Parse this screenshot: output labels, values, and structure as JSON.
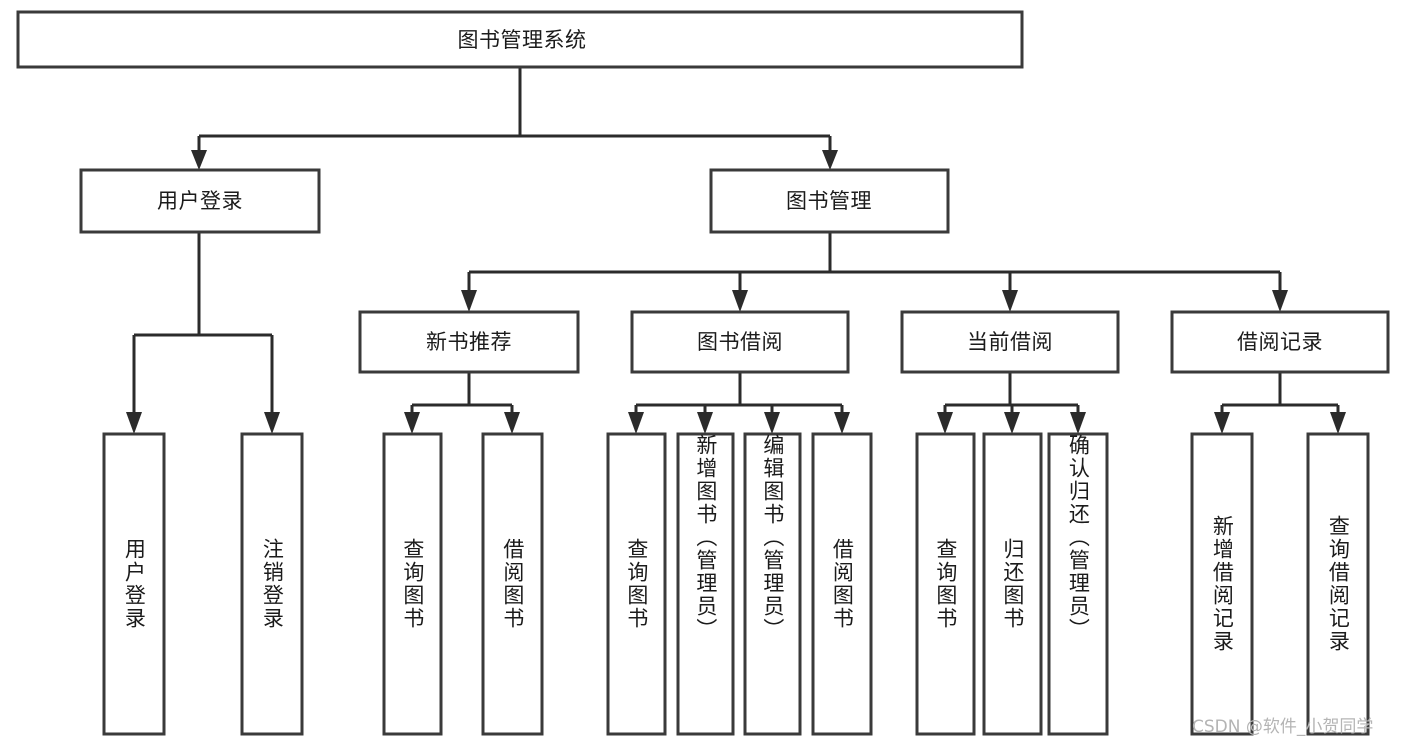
{
  "diagram": {
    "title_node": {
      "label": "图书管理系统"
    },
    "level1": [
      {
        "id": "user-login",
        "label": "用户登录"
      },
      {
        "id": "book-management",
        "label": "图书管理"
      }
    ],
    "level2": [
      {
        "id": "new-book-recommend",
        "label": "新书推荐"
      },
      {
        "id": "book-borrow",
        "label": "图书借阅"
      },
      {
        "id": "current-borrow",
        "label": "当前借阅"
      },
      {
        "id": "borrow-record",
        "label": "借阅记录"
      }
    ],
    "leaves": {
      "user_login": [
        {
          "id": "leaf-user-login",
          "label": "用户登录"
        },
        {
          "id": "leaf-logout",
          "label": "注销登录"
        }
      ],
      "new_book_recommend": [
        {
          "id": "leaf-query-book-1",
          "label": "查询图书"
        },
        {
          "id": "leaf-borrow-book-1",
          "label": "借阅图书"
        }
      ],
      "book_borrow": [
        {
          "id": "leaf-query-book-2",
          "label": "查询图书"
        },
        {
          "id": "leaf-add-book",
          "label": "新增图书（管理员）"
        },
        {
          "id": "leaf-edit-book",
          "label": "编辑图书（管理员）"
        },
        {
          "id": "leaf-borrow-book-2",
          "label": "借阅图书"
        }
      ],
      "current_borrow": [
        {
          "id": "leaf-query-book-3",
          "label": "查询图书"
        },
        {
          "id": "leaf-return-book",
          "label": "归还图书"
        },
        {
          "id": "leaf-confirm-return",
          "label": "确认归还（管理员）"
        }
      ],
      "borrow_record": [
        {
          "id": "leaf-add-record",
          "label": "新增借阅记录"
        },
        {
          "id": "leaf-query-record",
          "label": "查询借阅记录"
        }
      ]
    }
  },
  "watermark": {
    "text": "CSDN @软件_小贺同学"
  },
  "colors": {
    "box_stroke": "#3a3a3a",
    "connector": "#2b2b2b",
    "text": "#1b1b1b",
    "background": "#ffffff",
    "watermark": "#b4b4b4"
  }
}
